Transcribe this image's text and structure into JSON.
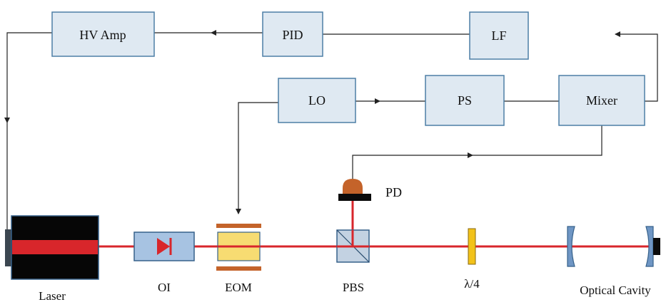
{
  "blocks": {
    "hv_amp": "HV Amp",
    "pid": "PID",
    "lf": "LF",
    "lo": "LO",
    "ps": "PS",
    "mixer": "Mixer"
  },
  "components": {
    "laser": "Laser",
    "oi": "OI",
    "eom": "EOM",
    "pbs": "PBS",
    "pd": "PD",
    "waveplate": "λ/4",
    "cavity": "Optical Cavity"
  },
  "colors": {
    "beam": "#d8262b",
    "box_fill": "#dfe9f2",
    "box_stroke": "#4d7fa6",
    "eom_crystal": "#f7dc72",
    "eom_electrode": "#c4632a",
    "pd_dome": "#c4632a",
    "waveplate": "#f2c21a",
    "mirror": "#6f96c4"
  }
}
